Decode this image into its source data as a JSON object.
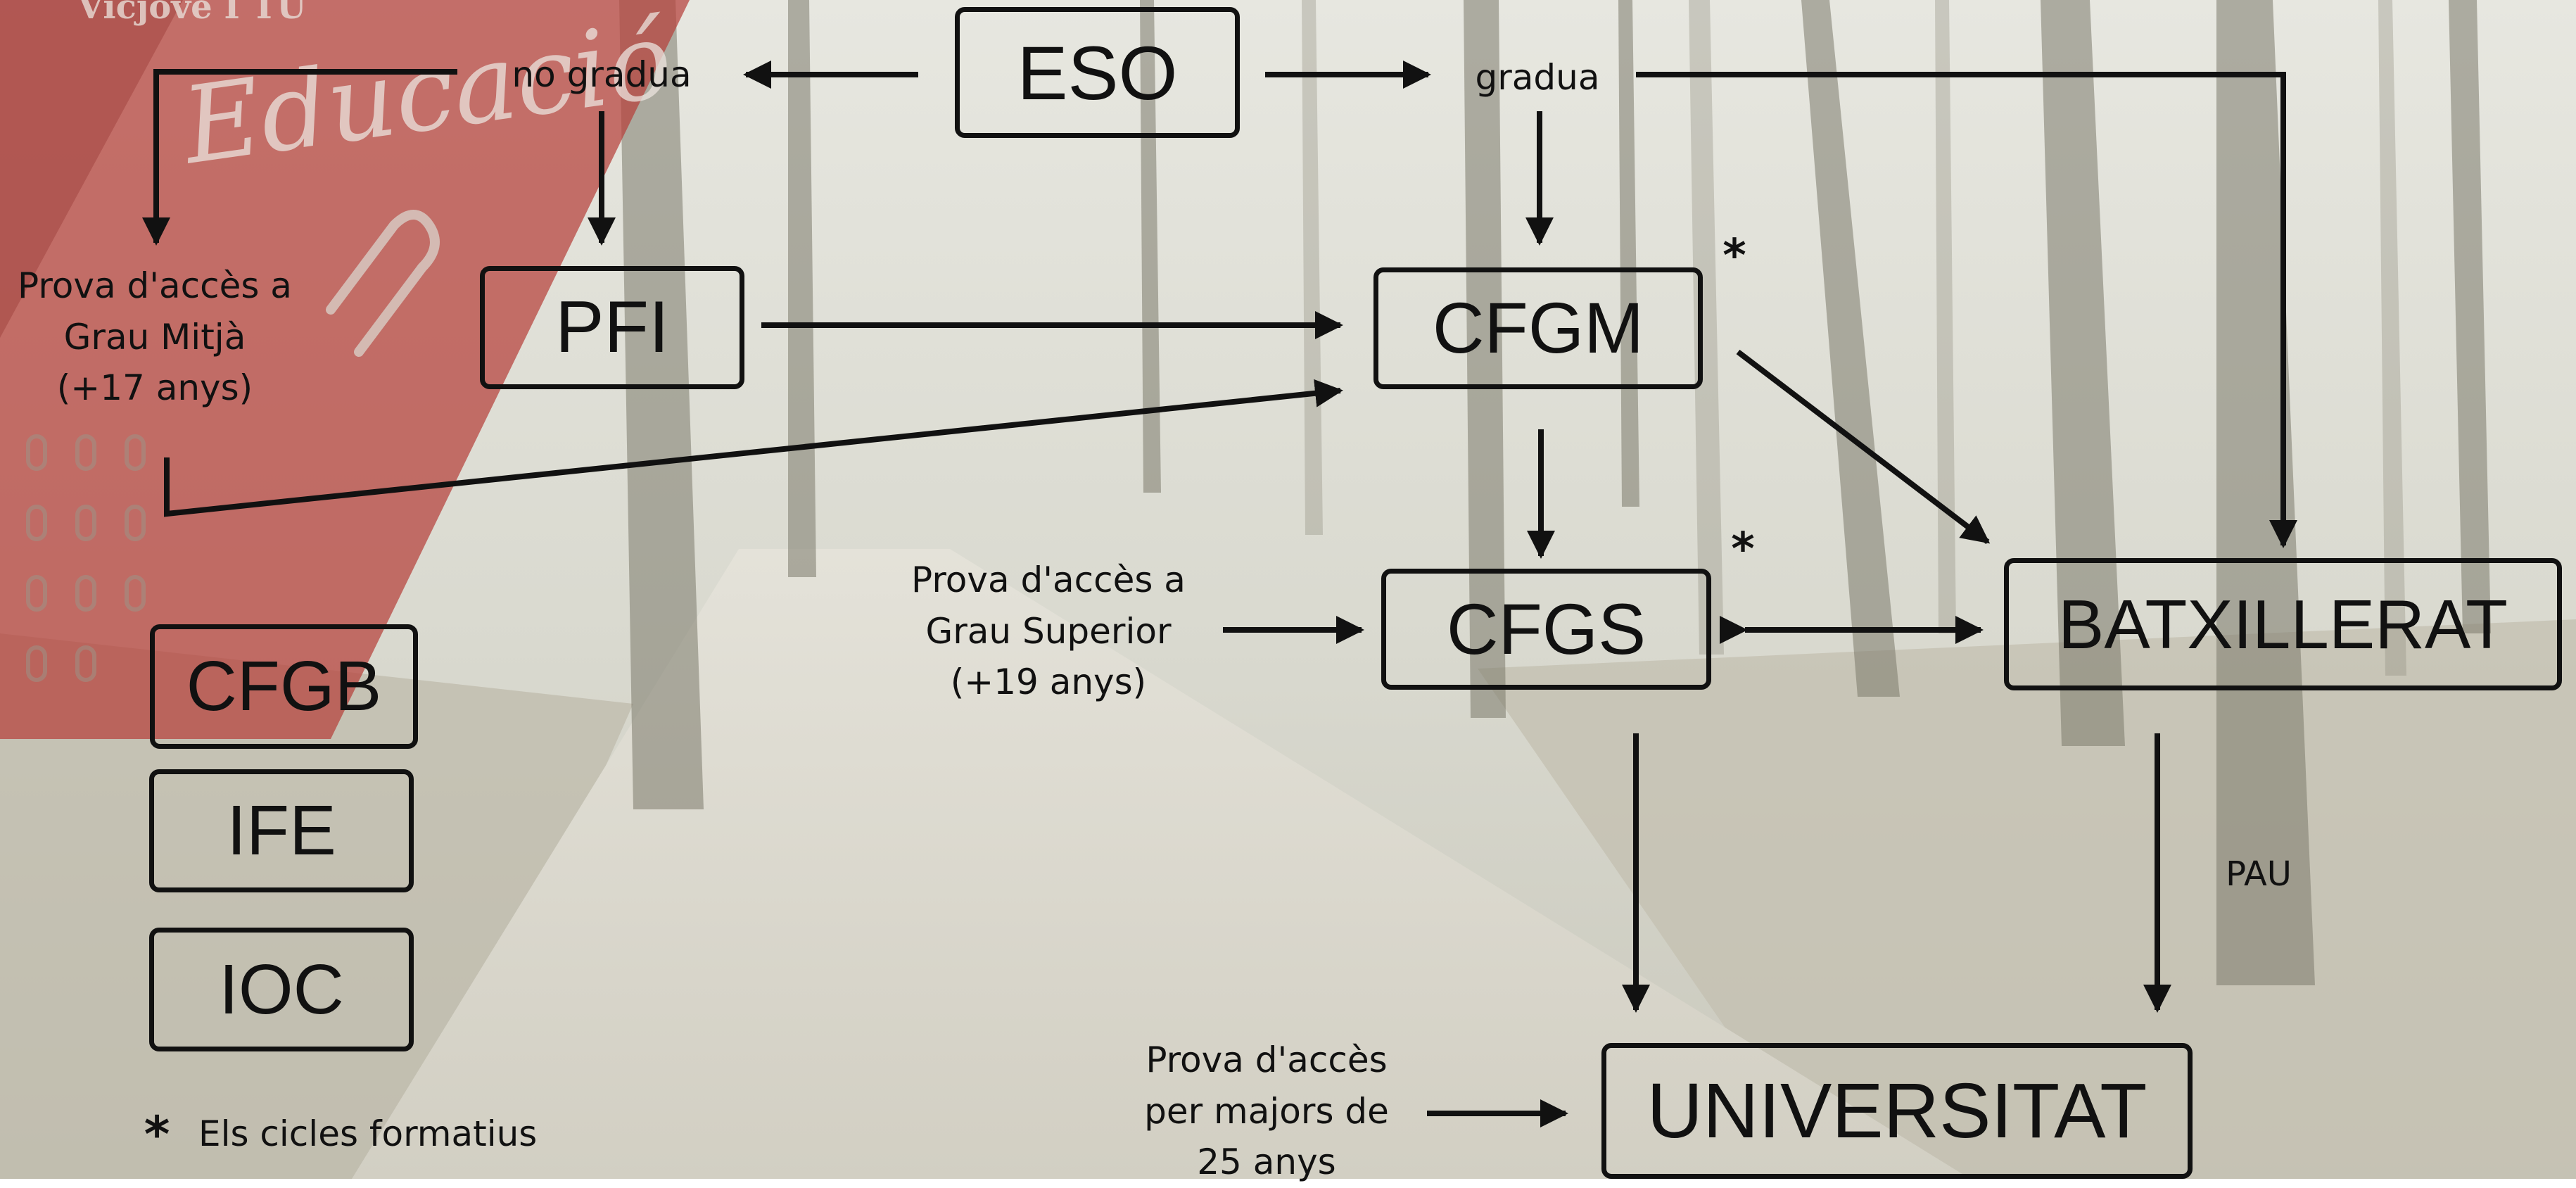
{
  "brand": {
    "line1": "Vicjove I TU",
    "line2": "Educació"
  },
  "boxes": {
    "eso": "ESO",
    "pfi": "PFI",
    "cfgm": "CFGM",
    "cfgs": "CFGS",
    "batxillerat": "BATXILLERAT",
    "universitat": "UNIVERSITAT",
    "cfgb": "CFGB",
    "ife": "IFE",
    "ioc": "IOC"
  },
  "labels": {
    "no_gradua": "no gradua",
    "gradua": "gradua",
    "prova_mitja": [
      "Prova d'accès a",
      "Grau Mitjà",
      "(+17 anys)"
    ],
    "prova_superior": [
      "Prova d'accès a",
      "Grau Superior",
      "(+19 anys)"
    ],
    "prova_25": [
      "Prova d'accès",
      "per majors de",
      "25 anys"
    ],
    "pau": "PAU",
    "asterisk": "*",
    "footnote": "Els cicles formatius"
  },
  "colors": {
    "ink": "#111111",
    "red_overlay": "#b6403a",
    "photo_light": "#ddddd3",
    "photo_dark": "#7c7a6c"
  }
}
